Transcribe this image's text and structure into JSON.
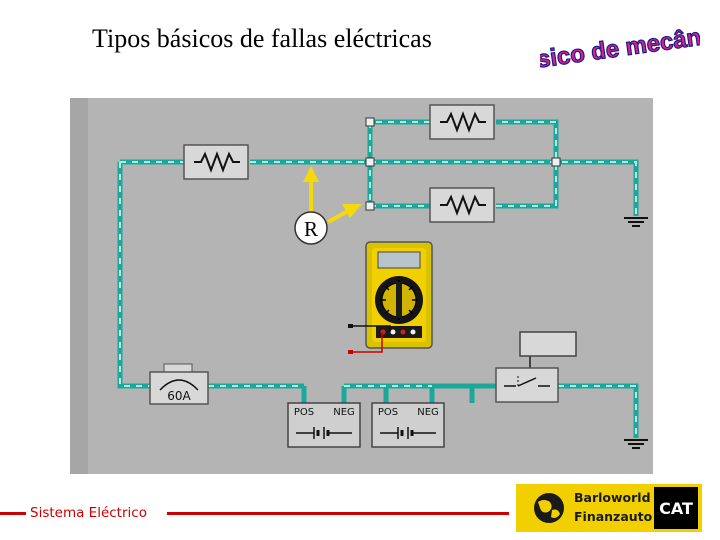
{
  "title": "Tipos básicos de fallas eléctricas",
  "brand_text": "Básico de mecânica",
  "diagram": {
    "resistor_label": "R",
    "fuse_label": "60A",
    "battery_1": {
      "pos": "POS",
      "neg": "NEG"
    },
    "battery_2": {
      "pos": "POS",
      "neg": "NEG"
    }
  },
  "footer": {
    "label": "Sistema Eléctrico",
    "logo_line1": "Barloworld",
    "logo_line2": "Finanzauto",
    "logo_cat": "CAT"
  },
  "colors": {
    "panel": "#b4b4b4",
    "wire_teal": "#1aa89a",
    "wire_dash": "#b4e8e0",
    "accent_red": "#cc0000",
    "brand_pink": "#e0208a",
    "arrow_yellow": "#f5d90a",
    "meter_yellow": "#f2d000"
  },
  "icons": [
    "resistor-icon",
    "fuse-icon",
    "battery-icon",
    "ground-icon",
    "multimeter-icon",
    "switch-icon",
    "relay-icon",
    "arrow-icon",
    "globe-icon"
  ]
}
